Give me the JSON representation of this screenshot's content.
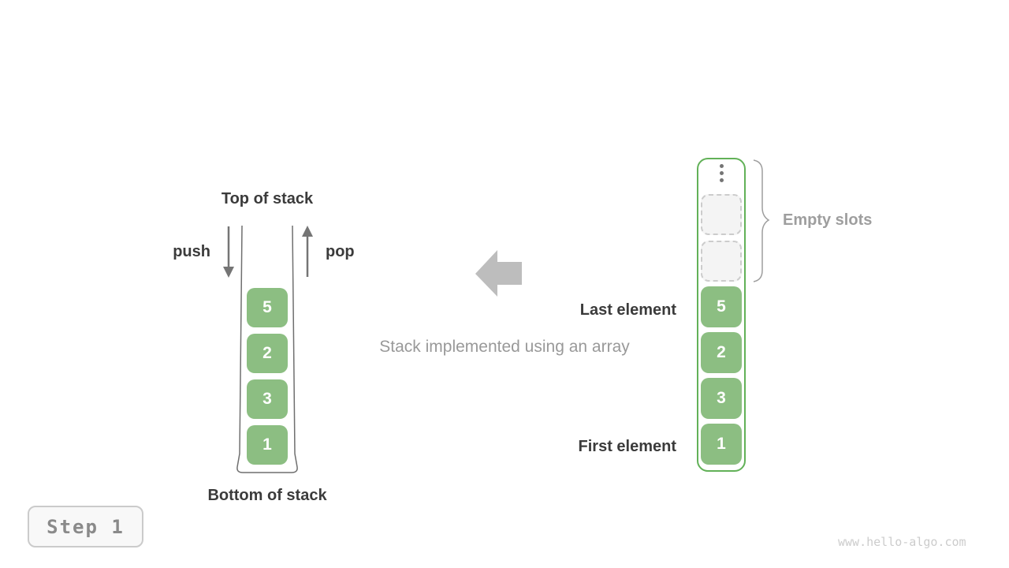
{
  "colors": {
    "green_fill": "#8CBE82",
    "green_border": "#62B158",
    "dark_text": "#3B3B3B",
    "gray_text": "#9E9E9E",
    "block_arrow_gray": "#BDBDBD",
    "arrow_stroke_gray": "#757575"
  },
  "stack": {
    "top_label": "Top of stack",
    "bottom_label": "Bottom of stack",
    "push_label": "push",
    "pop_label": "pop",
    "values": [
      "5",
      "2",
      "3",
      "1"
    ]
  },
  "caption": "Stack implemented using an array",
  "array": {
    "values": [
      "5",
      "2",
      "3",
      "1"
    ],
    "empty_slot_count": 2,
    "labels": {
      "last": "Last element",
      "first": "First element",
      "empty": "Empty slots"
    }
  },
  "footer": {
    "step_label": "Step 1",
    "watermark": "www.hello-algo.com"
  }
}
